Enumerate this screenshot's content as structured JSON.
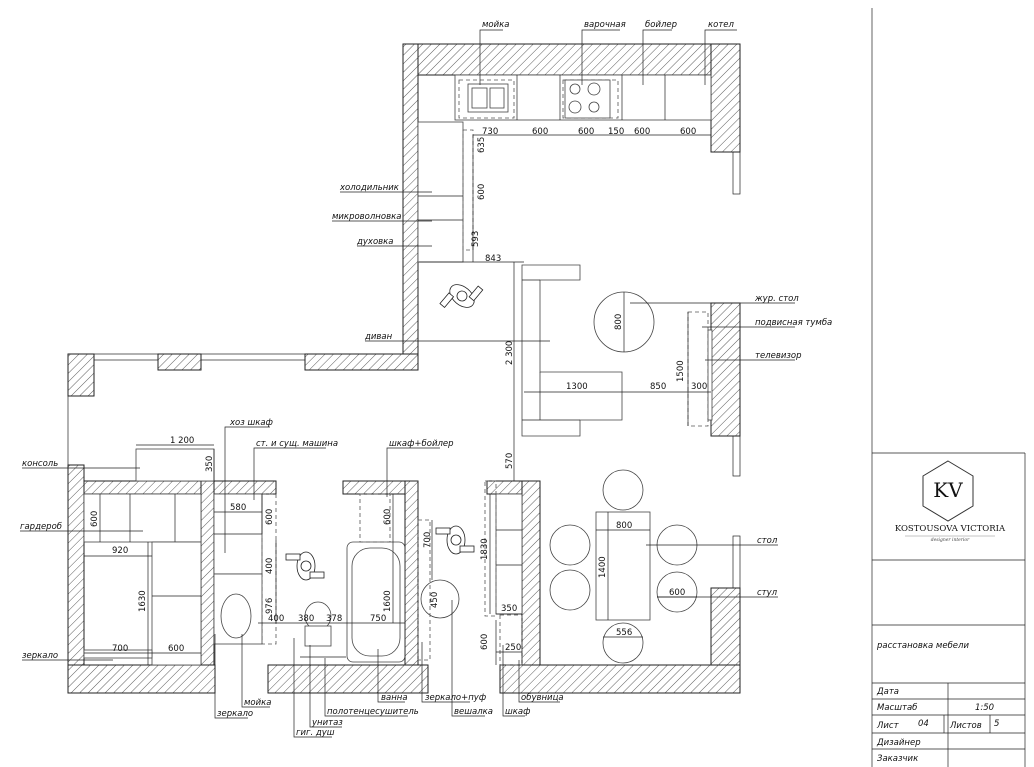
{
  "labels": {
    "moika_top": "мойка",
    "varochnaya": "варочная",
    "boiler": "бойлер",
    "kotel": "котел",
    "holodilnik": "холодильник",
    "mikrovolnovka": "микроволновка",
    "duhovka": "духовка",
    "divan": "диван",
    "zhur_stol": "жур. стол",
    "podvesnaya_tumba": "подвисная тумба",
    "televizor": "телевизор",
    "hoz_shkaf": "хоз шкаф",
    "st_mashina": "ст. и сущ. машина",
    "shkaf_boiler": "шкаф+бойлер",
    "konsol": "консоль",
    "garderob": "гардероб",
    "zerkalo_left": "зеркало",
    "stol": "стол",
    "stul": "стул",
    "zerkalo_bottom": "зеркало",
    "moika_bottom": "мойка",
    "gig_dush": "гиг. душ",
    "unitaz": "унитаз",
    "polotencesushitel": "полотенцесушитель",
    "vanna": "ванна",
    "zerkalo_puf": "зеркало+пуф",
    "veshalka": "вешалка",
    "shkaf": "шкаф",
    "obuvnica": "обувница"
  },
  "dims": {
    "d730": "730",
    "d600a": "600",
    "d600b": "600",
    "d150": "150",
    "d600c": "600",
    "d600d": "600",
    "d635": "635",
    "d600v": "600",
    "d593": "593",
    "d843": "843",
    "d800": "800",
    "d2300": "2 300",
    "d1500": "1500",
    "d1300": "1300",
    "d850": "850",
    "d300": "300",
    "d570": "570",
    "d1200": "1 200",
    "d350a": "350",
    "d580": "580",
    "d600e": "600",
    "d600f": "600",
    "d920": "920",
    "d600g": "600",
    "d1630": "1630",
    "d700a": "700",
    "d600h": "600",
    "d400a": "400",
    "d976": "976",
    "d400b": "400",
    "d380": "380",
    "d378": "378",
    "d750": "750",
    "d1600": "1600",
    "d700b": "700",
    "d450": "450",
    "d1830": "1830",
    "d350b": "350",
    "d600i": "600",
    "d250": "250",
    "d800b": "800",
    "d1400": "1400",
    "d600j": "600",
    "d556": "556"
  },
  "title_block": {
    "logo": "KV",
    "studio": "KOSTOUSOVA VICTORIA",
    "subtitle": "designer interior",
    "sheet_title": "расстановка мебели",
    "date_label": "Дата",
    "scale_label": "Масштаб",
    "scale_value": "1:50",
    "sheet_label": "Лист",
    "sheet_value": "04",
    "sheets_label": "Листов",
    "sheets_value": "5",
    "designer_label": "Дизайнер",
    "client_label": "Заказчик"
  }
}
